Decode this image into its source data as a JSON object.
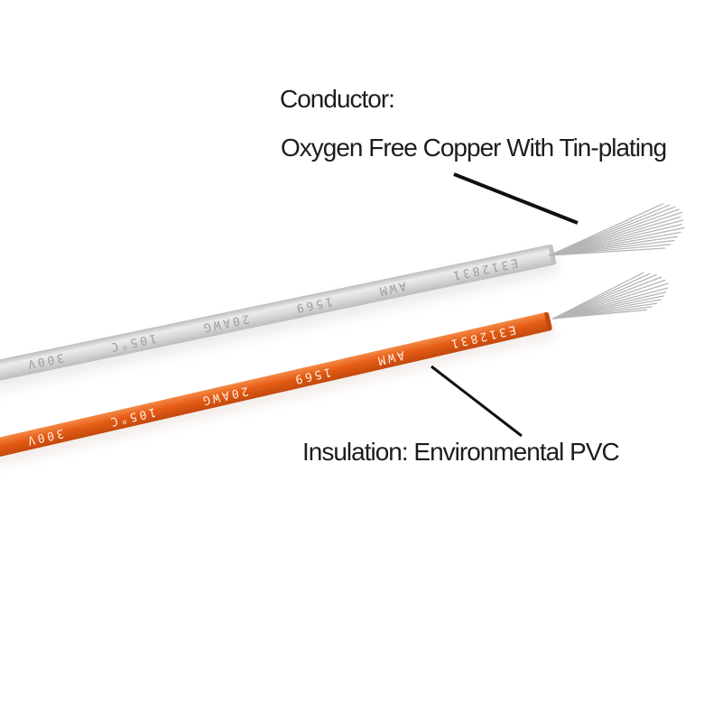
{
  "page": {
    "background": "#ffffff"
  },
  "captions": {
    "conductor_title": "Conductor:",
    "conductor_detail": "Oxygen Free Copper With Tin-plating",
    "insulation": "Insulation: Environmental PVC",
    "text_color": "#1d1d1d"
  },
  "callout_lines": {
    "color": "#101010"
  },
  "wires": {
    "white": {
      "insulation_color_light": "#ececec",
      "insulation_color_mid": "#d9d9d9",
      "insulation_color_dark": "#bcbcbc",
      "marking": "E312831 AWM 1569 20AWG 105°C 300V",
      "marking_color": "#9b9b9b",
      "strand_color": "#b5b5b5",
      "strand_count": 14
    },
    "orange": {
      "insulation_color_light": "#f48a48",
      "insulation_color_mid": "#e65c14",
      "insulation_color_dark": "#c2490d",
      "marking": "E312831 AWM 1569 20AWG 105°C 300V",
      "marking_color": "#ffffff",
      "strand_color": "#b5b5b5",
      "strand_count": 13
    }
  }
}
